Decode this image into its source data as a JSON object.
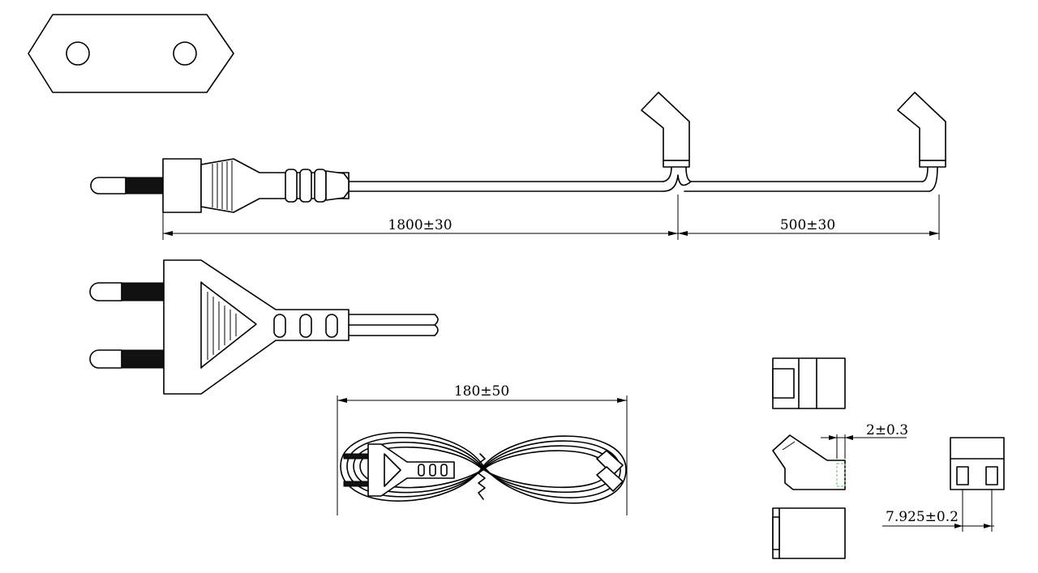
{
  "dimensions": {
    "main_cord_length": "1800±30",
    "branch_length": "500±30",
    "coil_length": "180±50",
    "tab_thickness": "2±0.3",
    "socket_pitch": "7.925±0.2"
  }
}
